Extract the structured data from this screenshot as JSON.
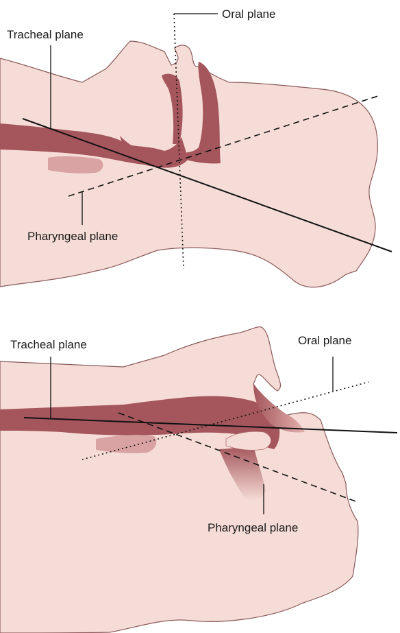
{
  "panels": [
    {
      "id": "top",
      "labels": {
        "tracheal": "Tracheal plane",
        "oral": "Oral plane",
        "pharyngeal": "Pharyngeal plane"
      }
    },
    {
      "id": "bottom",
      "labels": {
        "tracheal": "Tracheal plane",
        "oral": "Oral plane",
        "pharyngeal": "Pharyngeal plane"
      }
    }
  ],
  "colors": {
    "skin": "#f6dcd6",
    "skin_outline": "#8a5a5a",
    "airway": "#a4565c",
    "airway_light": "#d9a3a3",
    "line": "#111111"
  }
}
